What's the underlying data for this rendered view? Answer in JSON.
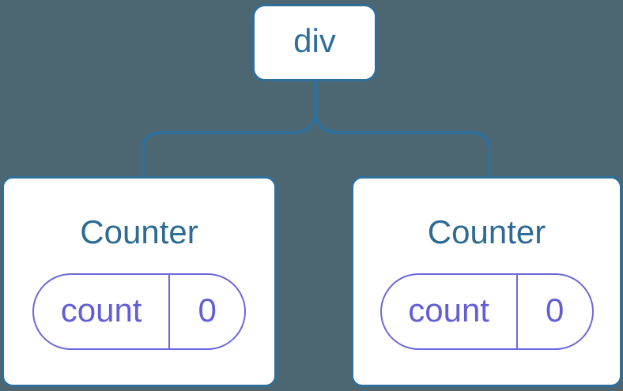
{
  "diagram": {
    "root": {
      "label": "div"
    },
    "children": [
      {
        "title": "Counter",
        "state": {
          "key": "count",
          "value": "0"
        }
      },
      {
        "title": "Counter",
        "state": {
          "key": "count",
          "value": "0"
        }
      }
    ]
  },
  "colors": {
    "background": "#4C6772",
    "stroke": "#2F6F9A",
    "node_fill": "#FFFFFF",
    "title": "#2D6B93",
    "accent": "#6C68D9",
    "accent_text": "#625ED6"
  }
}
